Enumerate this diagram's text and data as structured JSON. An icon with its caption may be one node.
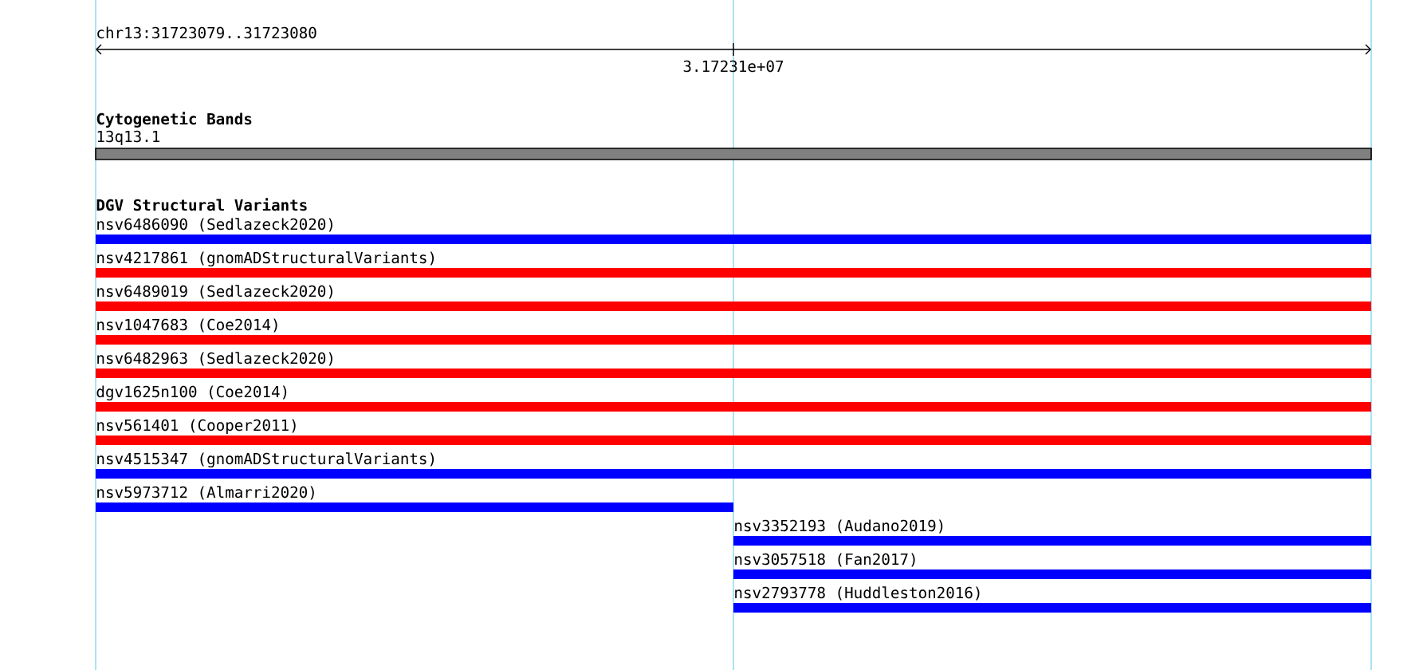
{
  "diagram": {
    "nodes": [
      {
        "text": [
          "13q13.1"
        ]
      },
      {
        "text": [
          "nsv6486090 (Sedlazeck2020)"
        ]
      },
      {
        "text": [
          "nsv4217861 (gnomADStructuralVariants)"
        ]
      },
      {
        "text": [
          "nsv6489019 (Sedlazeck2020)"
        ]
      },
      {
        "text": [
          "nsv1047683 (Coe2014)"
        ]
      },
      {
        "text": [
          "nsv6482963 (Sedlazeck2020)"
        ]
      },
      {
        "text": [
          "dgv1625n100 (Coe2014)"
        ]
      },
      {
        "text": [
          "nsv561401 (Cooper2011)"
        ]
      },
      {
        "text": [
          "nsv4515347 (gnomADStructuralVariants)"
        ]
      },
      {
        "text": [
          "nsv5973712 (Almarri2020)"
        ]
      },
      {
        "text": [
          "nsv3352193 (Audano2019)"
        ]
      },
      {
        "text": [
          "nsv3057518 (Fan2017)"
        ]
      },
      {
        "text": [
          "nsv2793778 (Huddleston2016)"
        ]
      }
    ],
    "labels": [
      "chr13:31723079..31723080",
      "3.17231e+07",
      "Cytogenetic Bands",
      "DGV Structural Variants"
    ]
  }
}
